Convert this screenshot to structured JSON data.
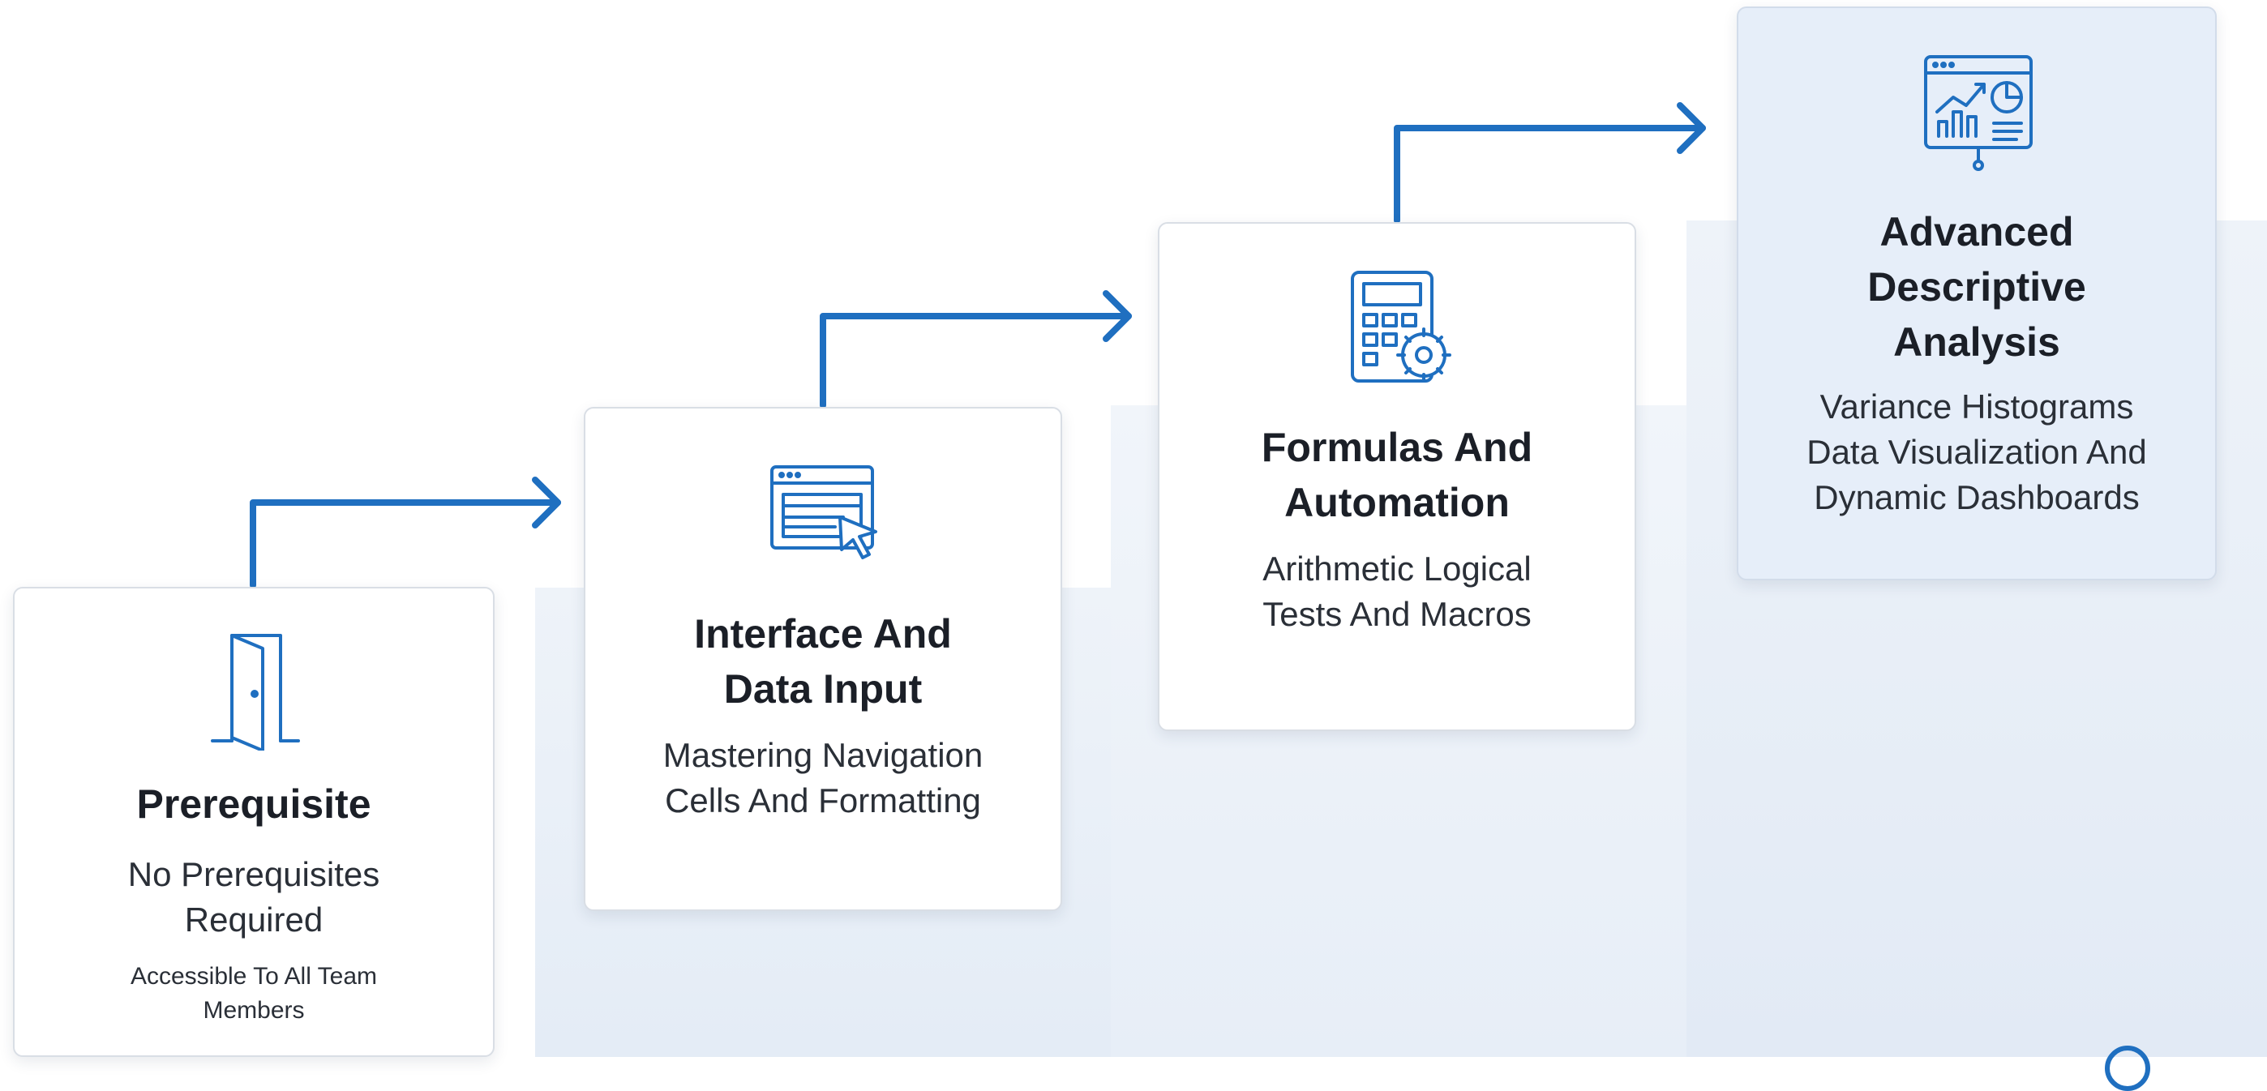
{
  "colors": {
    "accent": "#1f6fc0",
    "card_border": "#d9dee5",
    "highlight_card": "#e6eef9"
  },
  "steps": [
    {
      "icon": "door-icon",
      "title": "Prerequisite",
      "desc_line1": "No Prerequisites",
      "desc_line2": "Required",
      "note_line1": "Accessible To All Team",
      "note_line2": "Members"
    },
    {
      "icon": "window-cursor-icon",
      "title_line1": "Interface And",
      "title_line2": "Data Input",
      "desc_line1": "Mastering Navigation",
      "desc_line2": "Cells And Formatting"
    },
    {
      "icon": "calculator-gear-icon",
      "title_line1": "Formulas And",
      "title_line2": "Automation",
      "desc_line1": "Arithmetic Logical",
      "desc_line2": "Tests And Macros"
    },
    {
      "icon": "dashboard-chart-icon",
      "title_line1": "Advanced",
      "title_line2": "Descriptive",
      "title_line3": "Analysis",
      "desc_line1": "Variance Histograms",
      "desc_line2": "Data Visualization And",
      "desc_line3": "Dynamic Dashboards"
    }
  ]
}
